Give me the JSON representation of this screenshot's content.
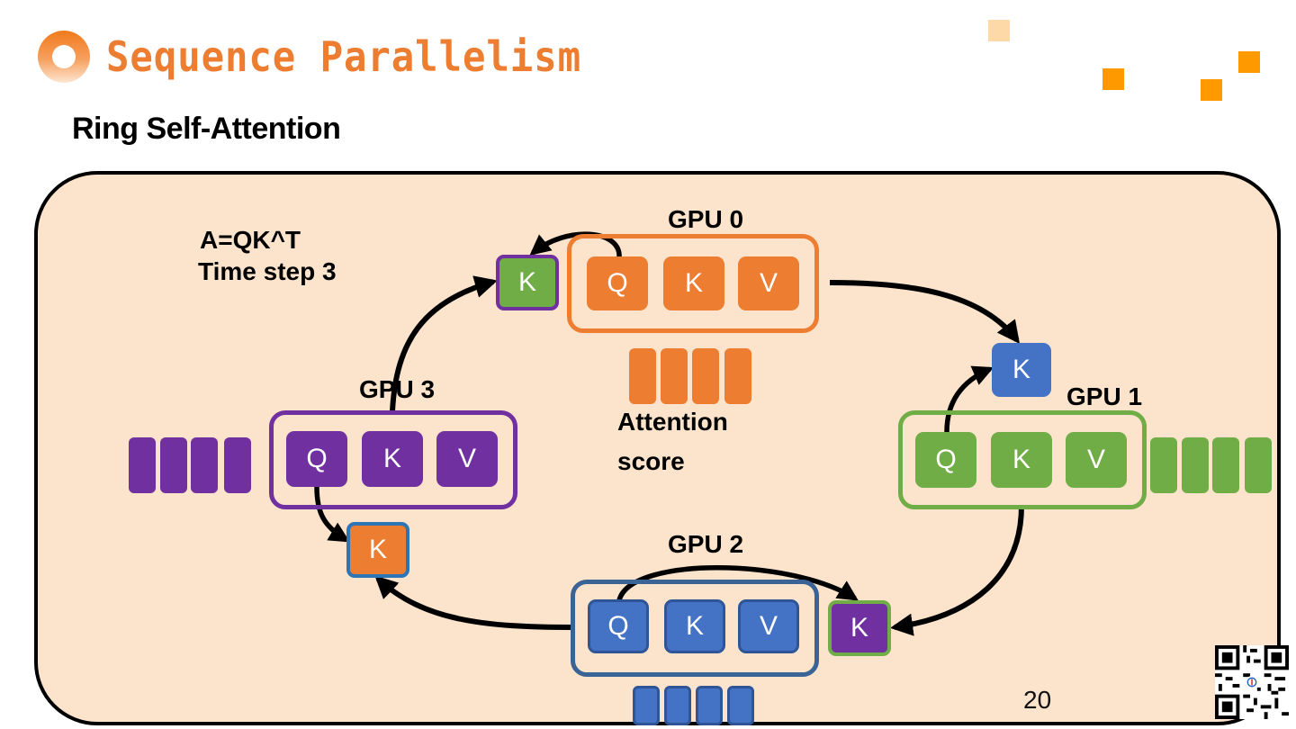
{
  "slide": {
    "title": "Sequence Parallelism",
    "subtitle": "Ring Self-Attention",
    "page_number": "20",
    "title_icon": "orange-ring-icon",
    "accent_color": "#ed7d31",
    "deco_colors": [
      "#fdd9a8",
      "#ff9900"
    ]
  },
  "diagram": {
    "formula": "A=QK^T",
    "time_step": "Time step 3",
    "attention_label_line1": "Attention",
    "attention_label_line2": "score",
    "gpus": [
      {
        "id": "gpu0",
        "label": "GPU 0",
        "color": "#ed7d31",
        "tiles": [
          "Q",
          "K",
          "V"
        ],
        "received_k": {
          "label": "K",
          "fill": "#70ad47",
          "border": "#7030a0"
        },
        "score_blocks": 4
      },
      {
        "id": "gpu1",
        "label": "GPU 1",
        "color": "#70ad47",
        "tiles": [
          "Q",
          "K",
          "V"
        ],
        "received_k": {
          "label": "K",
          "fill": "#4472c4",
          "border": "#4472c4"
        },
        "score_blocks": 4
      },
      {
        "id": "gpu2",
        "label": "GPU 2",
        "color": "#4472c4",
        "tiles": [
          "Q",
          "K",
          "V"
        ],
        "received_k": {
          "label": "K",
          "fill": "#7030a0",
          "border": "#70ad47"
        },
        "score_blocks": 4
      },
      {
        "id": "gpu3",
        "label": "GPU 3",
        "color": "#7030a0",
        "tiles": [
          "Q",
          "K",
          "V"
        ],
        "received_k": {
          "label": "K",
          "fill": "#ed7d31",
          "border": "#2e75b6"
        },
        "score_blocks": 4
      }
    ]
  },
  "qr_code": {
    "icon": "qr-code-icon"
  }
}
